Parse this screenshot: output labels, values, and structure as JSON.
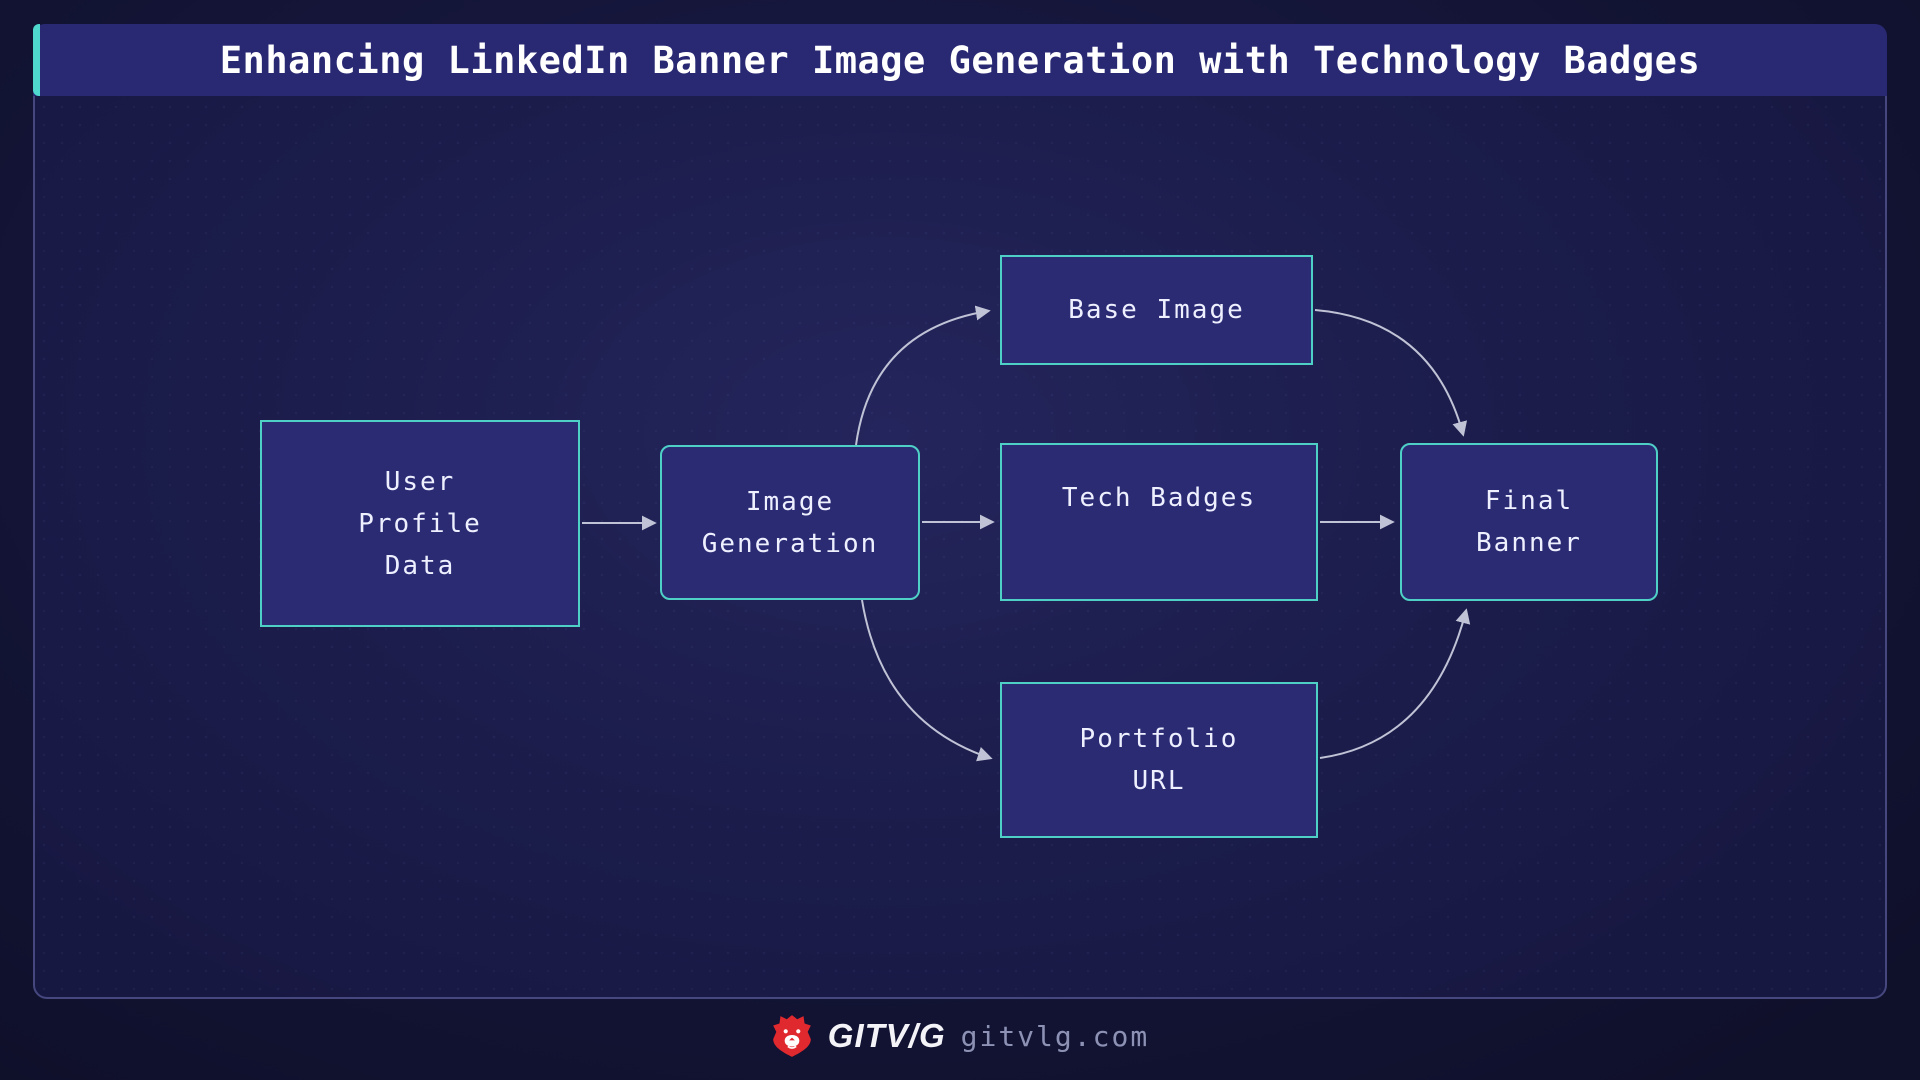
{
  "window": {
    "title": "Enhancing LinkedIn Banner Image Generation with Technology Badges"
  },
  "diagram": {
    "nodes": [
      {
        "id": "user-profile-data",
        "lines": [
          "User",
          "Profile",
          "Data"
        ]
      },
      {
        "id": "image-generation",
        "lines": [
          "Image",
          "Generation"
        ]
      },
      {
        "id": "base-image",
        "lines": [
          "Base Image"
        ]
      },
      {
        "id": "tech-badges",
        "lines": [
          "Tech Badges"
        ]
      },
      {
        "id": "portfolio-url",
        "lines": [
          "Portfolio",
          "URL"
        ]
      },
      {
        "id": "final-banner",
        "lines": [
          "Final",
          "Banner"
        ]
      }
    ],
    "edges": [
      {
        "from": "user-profile-data",
        "to": "image-generation"
      },
      {
        "from": "image-generation",
        "to": "base-image"
      },
      {
        "from": "image-generation",
        "to": "tech-badges"
      },
      {
        "from": "image-generation",
        "to": "portfolio-url"
      },
      {
        "from": "base-image",
        "to": "final-banner"
      },
      {
        "from": "tech-badges",
        "to": "final-banner"
      },
      {
        "from": "portfolio-url",
        "to": "final-banner"
      }
    ]
  },
  "footer": {
    "brand": "GITV/G",
    "website": "gitvlg.com",
    "logo_icon": "lion-icon"
  },
  "colors": {
    "accent-teal": "#4fd8ce",
    "node-border": "#4fd0c7",
    "node-fill": "#2b2b74",
    "titlebar-fill": "#282873",
    "arrow": "#c9cbdd",
    "title-text": "#ffffff",
    "node-text": "#eef0ff",
    "website-text": "#8d92b5",
    "logo-red": "#e0292e",
    "panel-border": "#45477e",
    "page-bg": "#12132f",
    "panel-bg": "#1d1e4c"
  }
}
